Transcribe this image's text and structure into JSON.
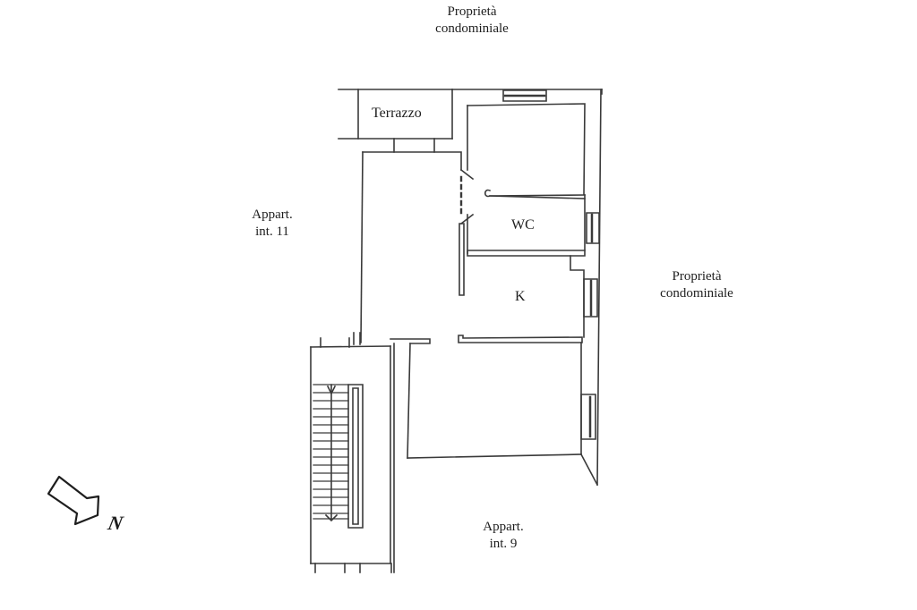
{
  "drawing": {
    "type": "floor-plan",
    "stroke_color": "#3a3a3a",
    "background": "#ffffff"
  },
  "surroundings": {
    "top": {
      "line1": "Proprietà",
      "line2": "condominiale"
    },
    "right": {
      "line1": "Proprietà",
      "line2": "condominiale"
    },
    "left": {
      "line1": "Appart.",
      "line2": "int. 11"
    },
    "bottom": {
      "line1": "Appart.",
      "line2": "int. 9"
    }
  },
  "rooms": [
    {
      "id": "terrace",
      "label": "Terrazzo"
    },
    {
      "id": "bathroom",
      "label": "WC"
    },
    {
      "id": "kitchen",
      "label": "K"
    },
    {
      "id": "bedroom-top",
      "label": ""
    },
    {
      "id": "living",
      "label": ""
    },
    {
      "id": "bedroom-bottom",
      "label": ""
    },
    {
      "id": "stairwell",
      "label": ""
    }
  ],
  "compass": {
    "icon": "north-arrow-icon",
    "label": "N"
  }
}
